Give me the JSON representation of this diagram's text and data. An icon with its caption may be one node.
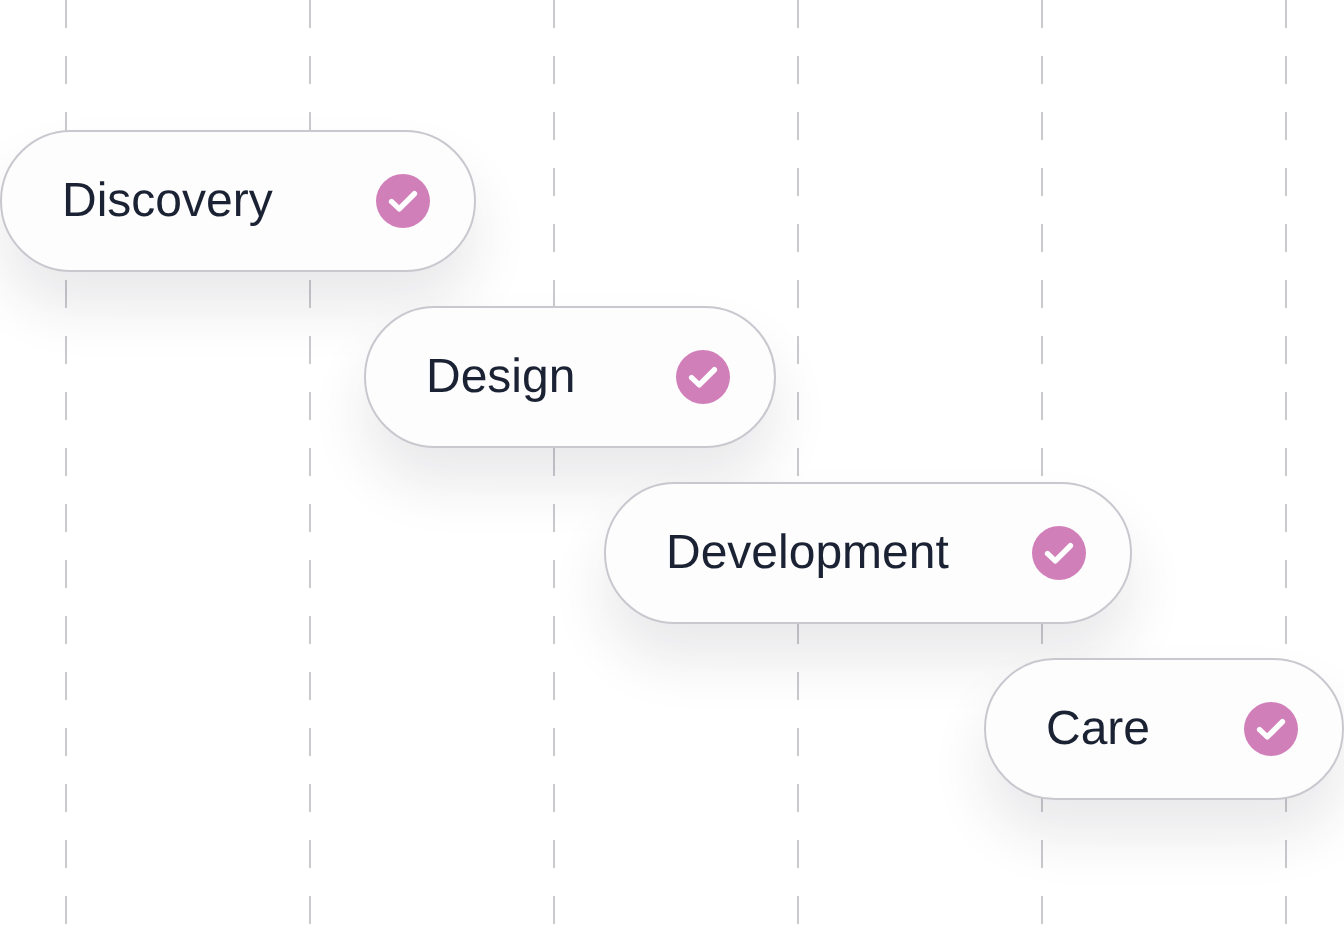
{
  "diagram": {
    "nodes": [
      {
        "text": [
          "Discovery"
        ]
      },
      {
        "text": [
          "Design"
        ]
      },
      {
        "text": [
          "Development"
        ]
      },
      {
        "text": [
          "Care"
        ]
      }
    ]
  }
}
